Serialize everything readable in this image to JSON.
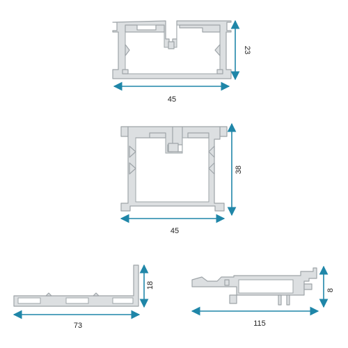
{
  "accent_color": "#1f86a8",
  "profile_fill": "#dcdfe1",
  "profile_stroke": "#9ea4a8",
  "profiles": [
    {
      "id": "profile-1",
      "width_label": "45",
      "height_label": "23"
    },
    {
      "id": "profile-2",
      "width_label": "45",
      "height_label": "38"
    },
    {
      "id": "profile-3",
      "width_label": "73",
      "height_label": "18"
    },
    {
      "id": "profile-4",
      "width_label": "115",
      "height_label": "8"
    }
  ]
}
